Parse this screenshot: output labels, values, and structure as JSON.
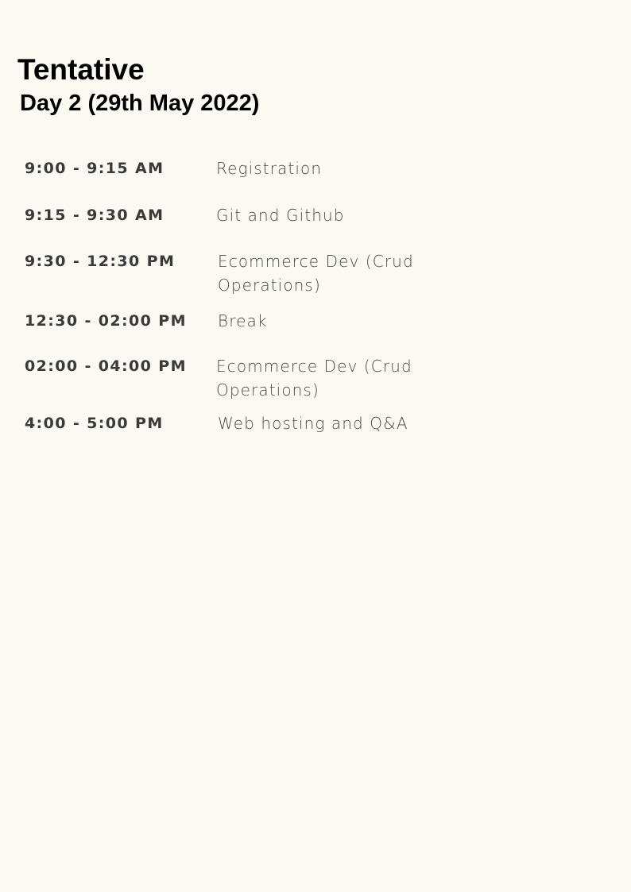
{
  "header": {
    "title": "Tentative",
    "subtitle": "Day 2 (29th May 2022)"
  },
  "schedule": [
    {
      "time": "9:00 - 9:15 AM",
      "activity": "Registration"
    },
    {
      "time": "9:15 - 9:30 AM",
      "activity": "Git and Github"
    },
    {
      "time": "9:30 - 12:30 PM",
      "activity": "Ecommerce Dev (Crud Operations)"
    },
    {
      "time": "12:30 - 02:00 PM",
      "activity": "Break"
    },
    {
      "time": "02:00 - 04:00 PM",
      "activity": "Ecommerce Dev (Crud Operations)"
    },
    {
      "time": "4:00 - 5:00 PM",
      "activity": "Web hosting and Q&A"
    }
  ],
  "colors": {
    "background": "#fbf9f1",
    "heading": "#000000",
    "time_text": "#3a3a3a",
    "activity_text": "#4a4a4a"
  }
}
